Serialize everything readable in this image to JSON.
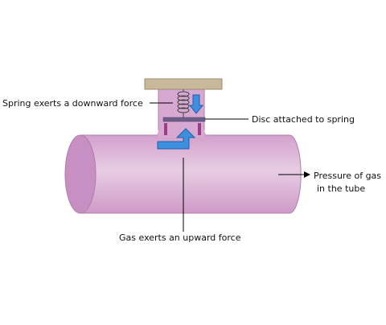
{
  "labels": {
    "spring": "Spring exerts a downward force",
    "disc": "Disc attached to spring",
    "pressure_line1": "Pressure of gas",
    "pressure_line2": "in the tube",
    "gas": "Gas exerts an upward force"
  },
  "colors": {
    "tube_body": "#d6a6d0",
    "tube_highlight": "#e6cbe2",
    "tube_end": "#c78fc2",
    "tube_outline": "#a77aa3",
    "cap": "#c9b89a",
    "cap_outline": "#9c8d72",
    "disc": "#6e5d86",
    "post": "#9a3e86",
    "arrow_fill": "#3d8fe0",
    "arrow_outline": "#1e5fa6",
    "spring": "#444444",
    "leader_line": "#000000"
  },
  "icons": {
    "spring": "spring-coil-icon",
    "down_arrow": "down-arrow-icon",
    "up_arrow": "bent-up-arrow-icon"
  }
}
